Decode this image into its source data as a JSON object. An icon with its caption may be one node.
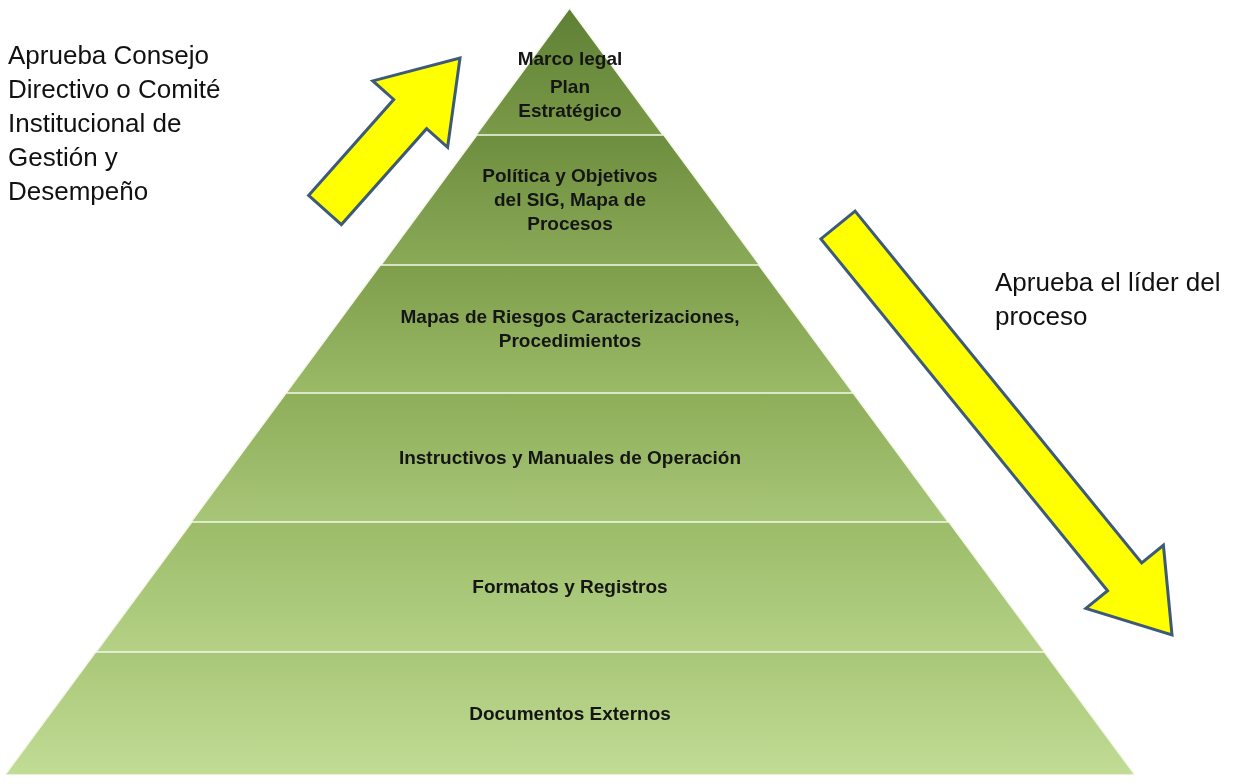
{
  "diagram": {
    "nodes": [
      {
        "text": [
          "Marco legal",
          "Plan Estratégico"
        ]
      },
      {
        "text": [
          "Política y Objetivos del SIG, Mapa de Procesos"
        ]
      },
      {
        "text": [
          "Mapas de Riesgos Caracterizaciones, Procedimientos"
        ]
      },
      {
        "text": [
          "Instructivos y Manuales de Operación"
        ]
      },
      {
        "text": [
          "Formatos y Registros"
        ]
      },
      {
        "text": [
          "Documentos Externos"
        ]
      }
    ],
    "labels": [
      "Aprueba Consejo Directivo o Comité Institucional de Gestión y Desempeño",
      "Aprueba el líder del proceso"
    ]
  }
}
